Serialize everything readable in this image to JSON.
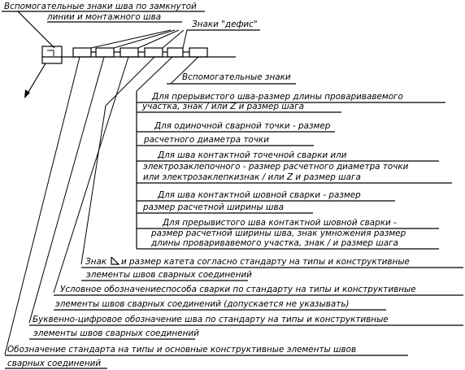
{
  "top_label": {
    "line1": "Вспомогательные знаки шва по замкнутой",
    "line2": "линии и монтажного шва"
  },
  "hyphen_label": "Знаки \"дефис\"",
  "aux_signs_label": "Вспомогательные знаки",
  "entries": [
    {
      "line1": "Для прерывистого шва-размер длины проваривавемого",
      "line2": "участка, знак / или Z и размер шага"
    },
    {
      "line1": "Для одиночной сварной точки - размер",
      "line2": "расчетного диаметра точки"
    },
    {
      "line1": "Для шва контактной точечной сварки или",
      "line2": "электрозаклепочного - размер расчетного диаметра точки",
      "line3": "или электрозаклепкизнак / или Z и размер шага"
    },
    {
      "line1": "Для шва контактной шовной сварки - размер",
      "line2": "размер расчетной ширины шва"
    },
    {
      "line1": "Для прерывистого шва контактной шовной сварки -",
      "line2": "размер расчетной ширины шва, знак умножения размер",
      "line3": "длины проваривавемого участка, знак / и размер шага"
    }
  ],
  "leg_label": {
    "prefix": "Знак",
    "suffix": "и размер катета согласно стандарту на типы и конструктивные",
    "line2": "элементы швов сварных соединений"
  },
  "method_label": {
    "line1": "Условное обозначениеспособа сварки по стандарту на типы и конструктивные",
    "line2": "элементы швов сварных соединений (допускается не указывать)"
  },
  "alnum_label": {
    "line1": "Буквенно-цифровое обозначение шва по стандарту на типы и конструктивные",
    "line2": "элементы швов сварных соединений"
  },
  "standard_label": {
    "line1": "Обозначение стандарта на типы и основные конструктивные элементы швов",
    "line2": "сварных соединений"
  }
}
